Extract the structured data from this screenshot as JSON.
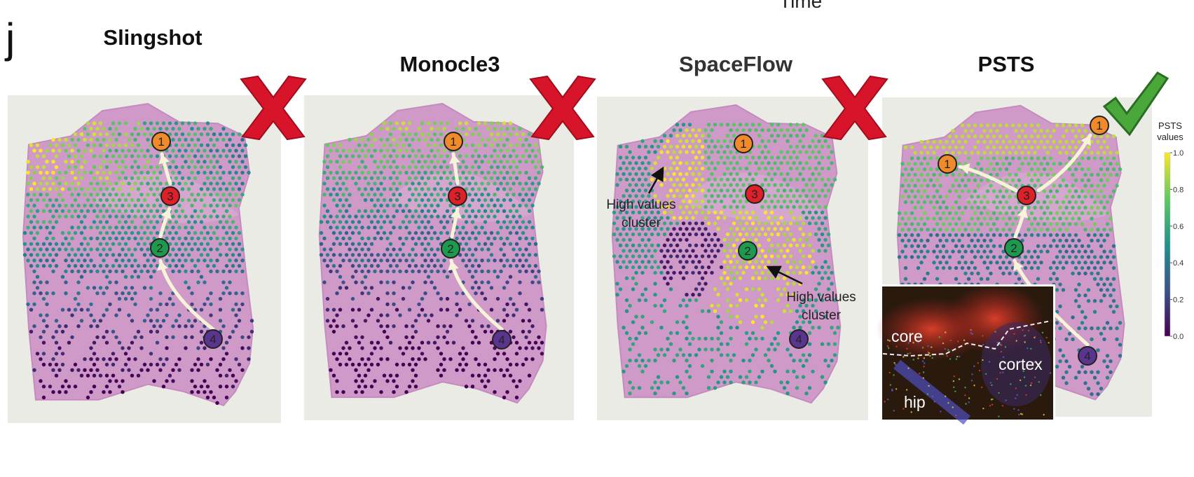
{
  "figure": {
    "panel_letter": "j",
    "time_label": "Time"
  },
  "panels": [
    {
      "title": "Slingshot",
      "verdict": "cross",
      "markers": [
        "1",
        "3",
        "2",
        "4"
      ]
    },
    {
      "title": "Monocle3",
      "verdict": "cross",
      "markers": [
        "1",
        "3",
        "2",
        "4"
      ]
    },
    {
      "title": "SpaceFlow",
      "verdict": "cross",
      "markers": [
        "1",
        "3",
        "2",
        "4"
      ],
      "annotations": [
        {
          "line1": "High values",
          "line2": "cluster"
        },
        {
          "line1": "High values",
          "line2": "cluster"
        }
      ]
    },
    {
      "title": "PSTS",
      "verdict": "check",
      "markers": [
        "1",
        "1",
        "3",
        "2",
        "4"
      ],
      "inset": {
        "labels": [
          "core",
          "cortex",
          "hip"
        ]
      }
    }
  ],
  "colorbar": {
    "title_line1": "PSTS",
    "title_line2": "values",
    "colormap": "viridis",
    "ticks": [
      "1.0",
      "0.8",
      "0.6",
      "0.4",
      "0.2",
      "0.0"
    ],
    "range": [
      0,
      1
    ]
  },
  "colors": {
    "marker_1": "#f08a2a",
    "marker_2": "#1e9a4e",
    "marker_3": "#e02028",
    "marker_4": "#5a3590",
    "cross": "#d7142a",
    "check": "#4aa83a"
  }
}
